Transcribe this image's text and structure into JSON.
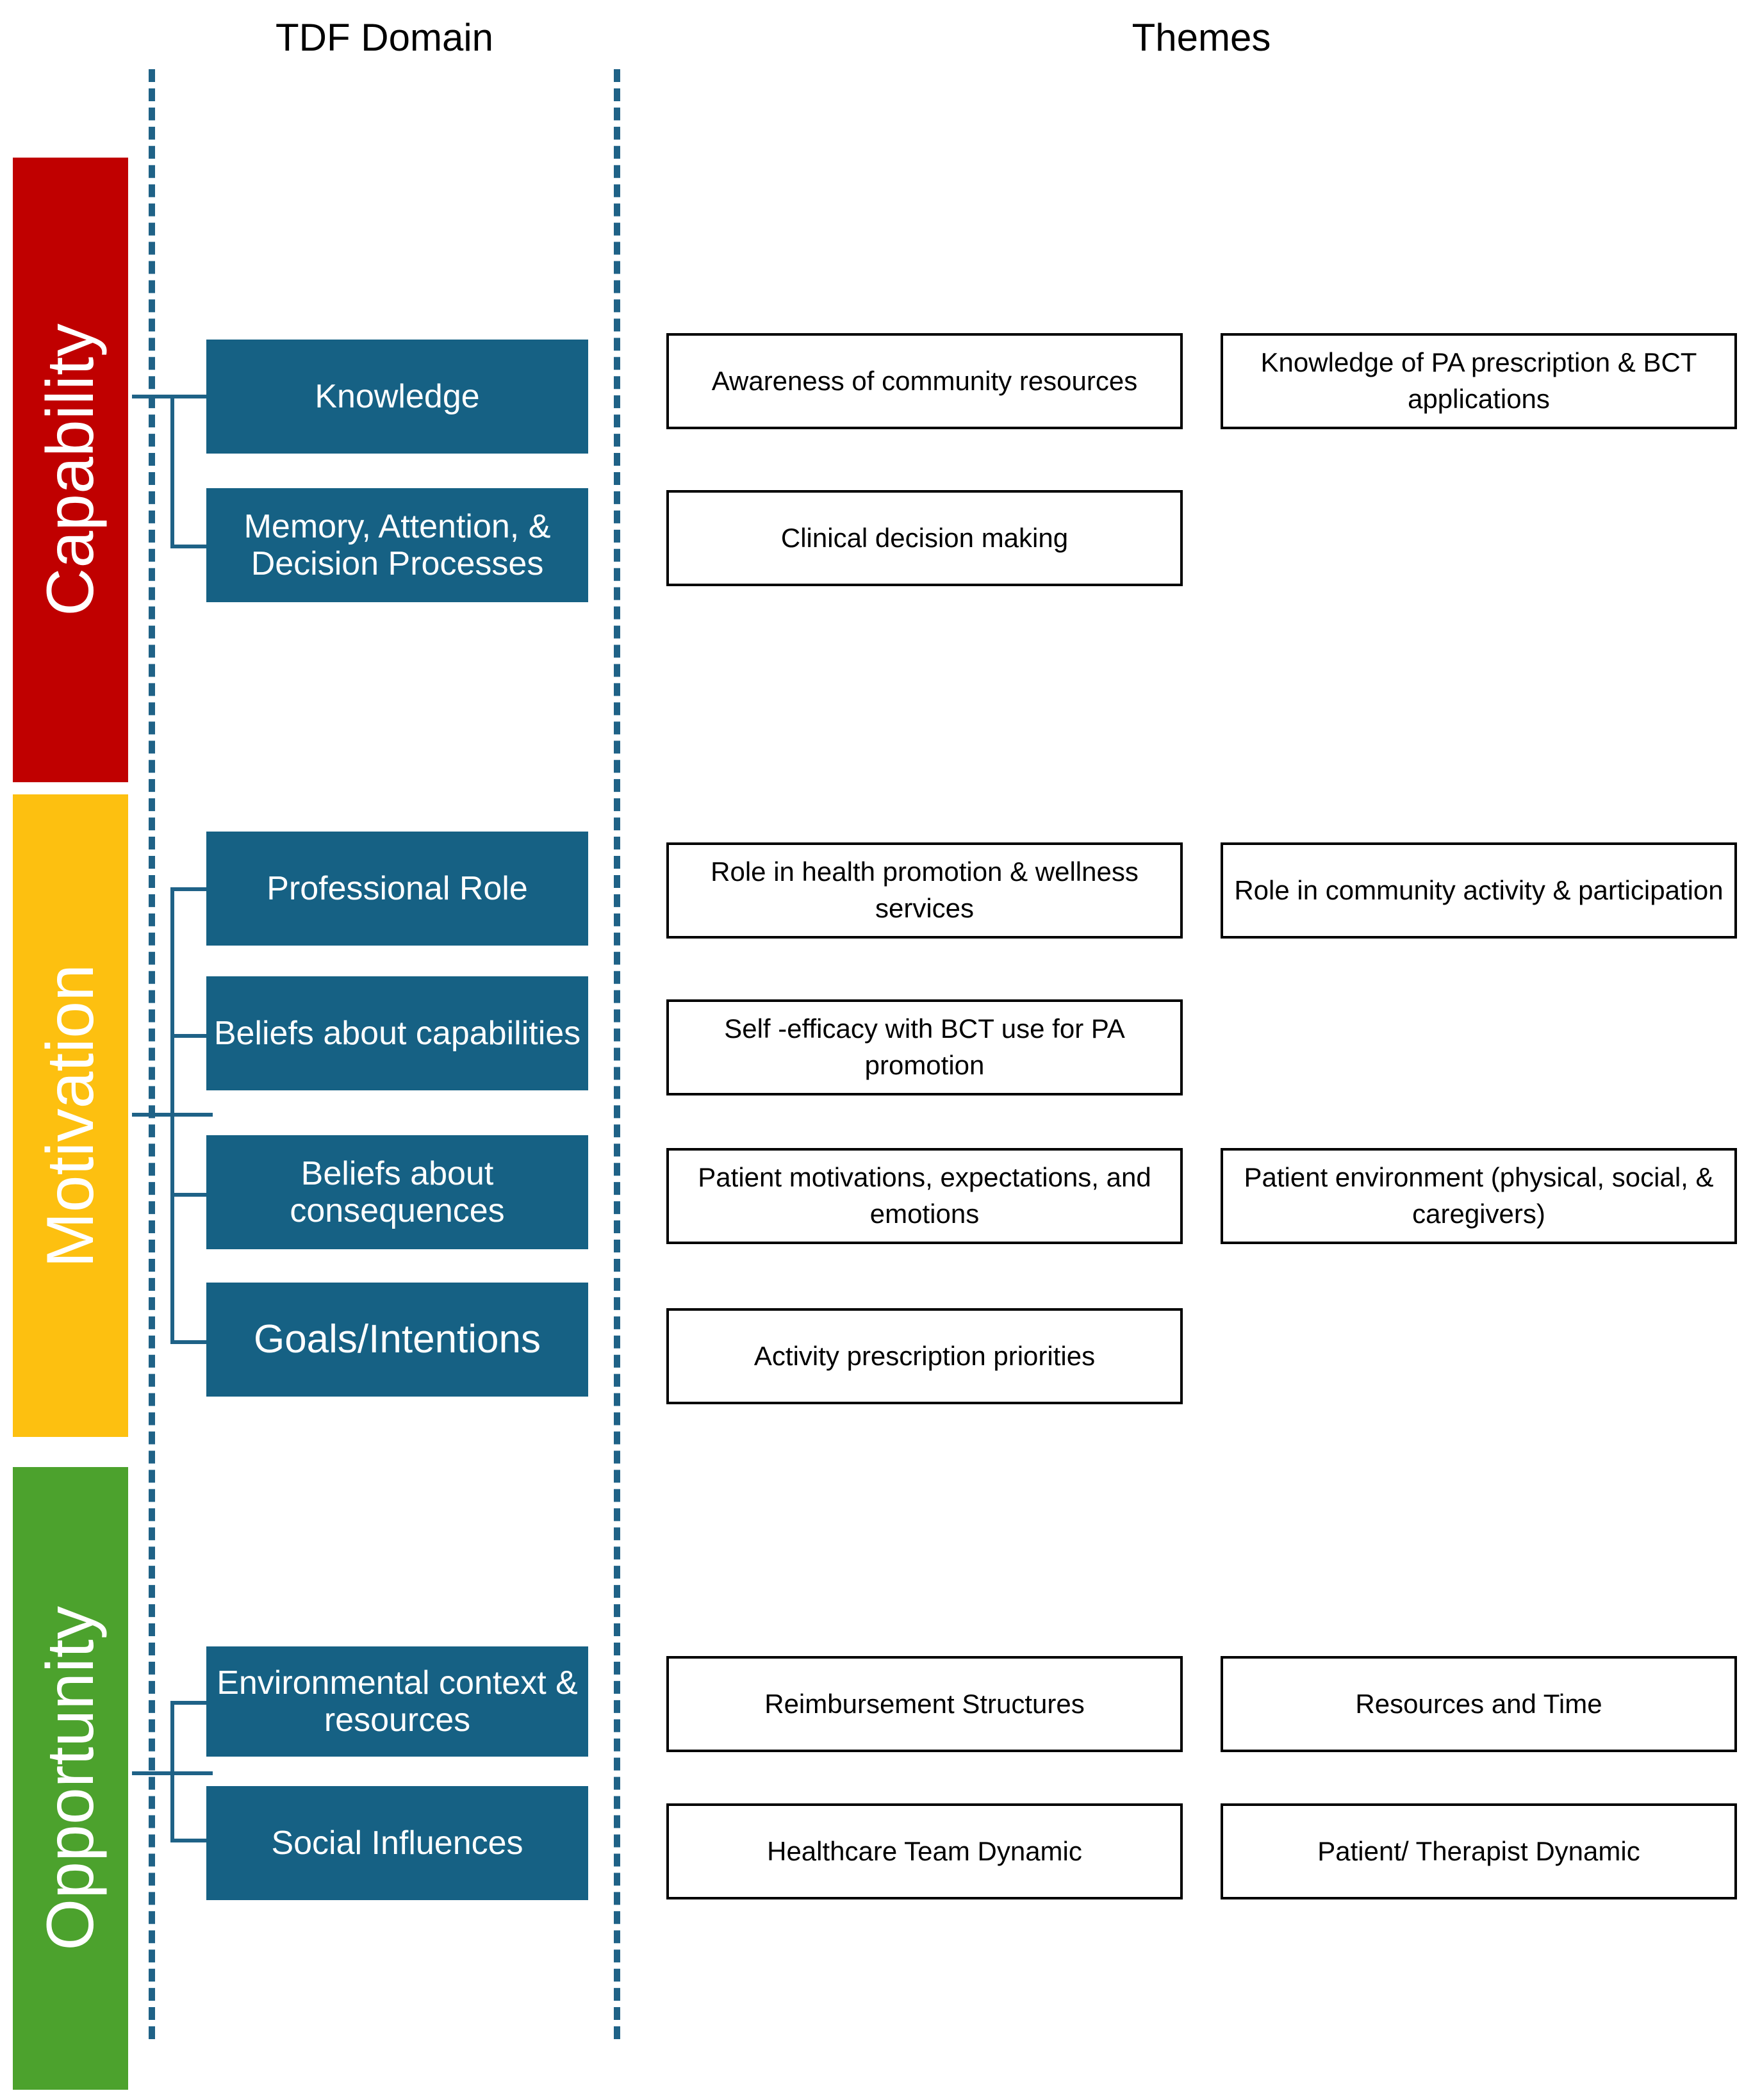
{
  "headers": {
    "left_column": "TDF Domain",
    "right_column": "Themes"
  },
  "colors": {
    "capability": "#C00000",
    "motivation": "#FDC010",
    "opportunity": "#4CA22D",
    "domain_box": "#166184",
    "connector": "#1F6287",
    "theme_border": "#000000"
  },
  "categories": [
    {
      "id": "capability",
      "label": "Capability"
    },
    {
      "id": "motivation",
      "label": "Motivation"
    },
    {
      "id": "opportunity",
      "label": "Opportunity"
    }
  ],
  "domains": [
    {
      "id": "knowledge",
      "label": "Knowledge"
    },
    {
      "id": "memory",
      "label": "Memory, Attention, & Decision Processes"
    },
    {
      "id": "prof-role",
      "label": "Professional Role"
    },
    {
      "id": "beliefs-cap",
      "label": "Beliefs about capabilities"
    },
    {
      "id": "beliefs-cons",
      "label": "Beliefs about consequences"
    },
    {
      "id": "goals",
      "label": "Goals/Intentions"
    },
    {
      "id": "env-context",
      "label": "Environmental context & resources"
    },
    {
      "id": "social-infl",
      "label": "Social Influences"
    }
  ],
  "themes": {
    "knowledge": [
      "Awareness of community resources",
      "Knowledge of  PA prescription & BCT applications"
    ],
    "memory": [
      "Clinical decision making"
    ],
    "prof_role": [
      "Role in health promotion & wellness services",
      "Role in community activity & participation"
    ],
    "beliefs_capabilities": [
      "Self -efficacy with BCT use for PA promotion"
    ],
    "beliefs_consequences": [
      "Patient motivations, expectations, and emotions",
      "Patient environment (physical, social, & caregivers)"
    ],
    "goals_intentions": [
      "Activity prescription priorities"
    ],
    "env_context": [
      "Reimbursement Structures",
      "Resources and Time"
    ],
    "social_influences": [
      "Healthcare Team Dynamic",
      "Patient/ Therapist Dynamic"
    ]
  }
}
